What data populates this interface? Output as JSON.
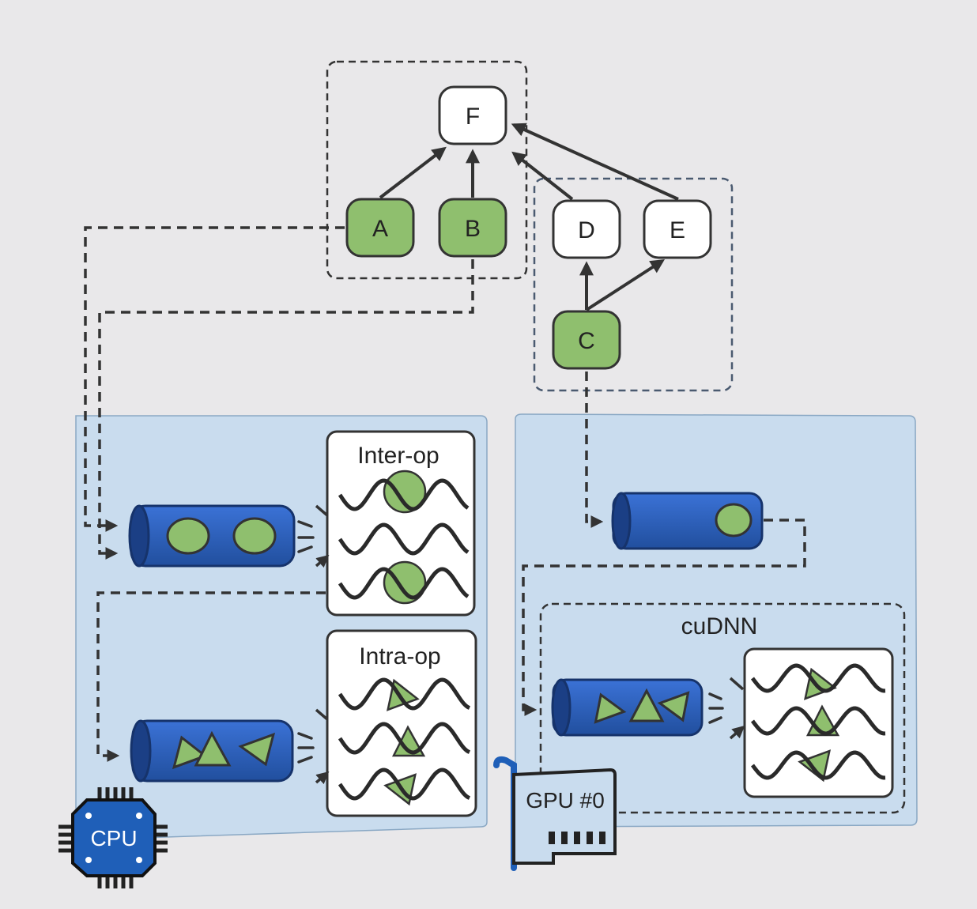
{
  "graph": {
    "nodes": [
      {
        "id": "F",
        "label": "F",
        "fill": "#ffffff"
      },
      {
        "id": "A",
        "label": "A",
        "fill": "#8fbf6e"
      },
      {
        "id": "B",
        "label": "B",
        "fill": "#8fbf6e"
      },
      {
        "id": "D",
        "label": "D",
        "fill": "#ffffff"
      },
      {
        "id": "E",
        "label": "E",
        "fill": "#ffffff"
      },
      {
        "id": "C",
        "label": "C",
        "fill": "#8fbf6e"
      }
    ],
    "edges": [
      {
        "from": "A",
        "to": "F"
      },
      {
        "from": "B",
        "to": "F"
      },
      {
        "from": "D",
        "to": "F"
      },
      {
        "from": "E",
        "to": "F"
      },
      {
        "from": "C",
        "to": "D"
      },
      {
        "from": "C",
        "to": "E"
      }
    ]
  },
  "cpu": {
    "chip_label": "CPU",
    "inter_op_label": "Inter-op",
    "intra_op_label": "Intra-op"
  },
  "gpu": {
    "card_label": "GPU #0",
    "cudnn_label": "cuDNN"
  },
  "colors": {
    "panel": "#c9dcee",
    "queue": "#2e5fbf",
    "op_green": "#8fbf6e",
    "line": "#333333",
    "page": "#e9e8ea"
  }
}
